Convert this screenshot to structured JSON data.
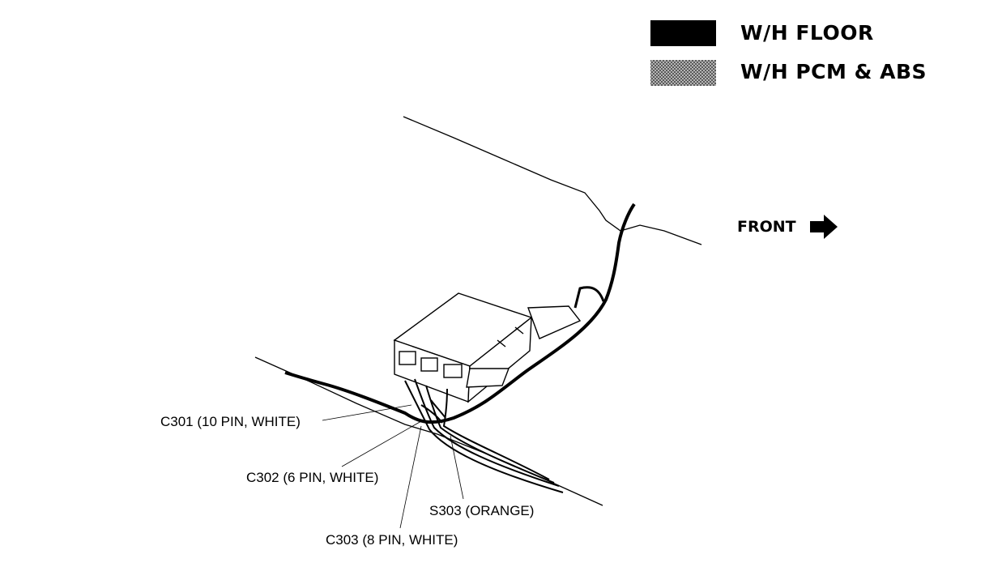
{
  "legend": {
    "items": [
      {
        "label": "W/H FLOOR",
        "color": "#000000",
        "pattern": "solid"
      },
      {
        "label": "W/H PCM & ABS",
        "color": "#8a8a8a",
        "pattern": "dotted-gray"
      }
    ]
  },
  "direction": {
    "label": "FRONT",
    "icon": "arrow-right-icon"
  },
  "callouts": [
    {
      "label": "C301 (10 PIN, WHITE)"
    },
    {
      "label": "C302 (6 PIN, WHITE)"
    },
    {
      "label": "S303 (ORANGE)"
    },
    {
      "label": "C303 (8 PIN, WHITE)"
    }
  ]
}
